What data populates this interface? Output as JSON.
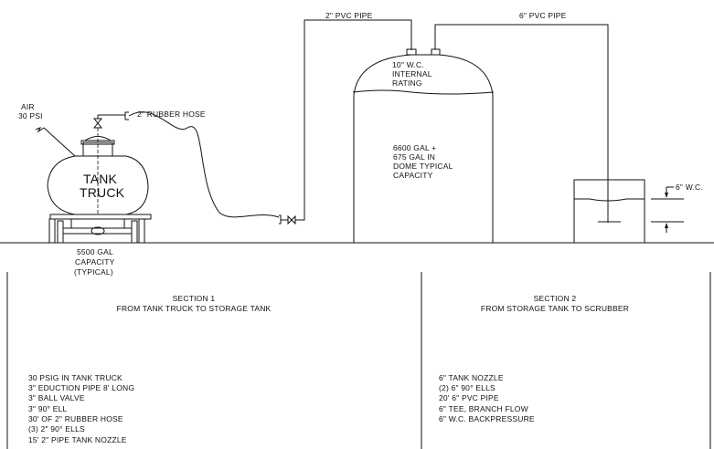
{
  "labels": {
    "pipe_2in": "2\" PVC PIPE",
    "pipe_6in": "6\" PVC PIPE",
    "air": "AIR",
    "air_psi": "30 PSI",
    "rubber_hose": "2\" RUBBER HOSE",
    "tank_truck_line1": "TANK",
    "tank_truck_line2": "TRUCK",
    "truck_capacity": [
      "5500 GAL",
      "CAPACITY",
      "(TYPICAL)"
    ],
    "dome_rating": [
      "10\" W.C.",
      "INTERNAL",
      "RATING"
    ],
    "storage_capacity": [
      "6600 GAL +",
      "675 GAL IN",
      "DOME TYPICAL",
      "CAPACITY"
    ],
    "wc_dimension": "6\" W.C."
  },
  "section1": {
    "title": "SECTION 1",
    "subtitle": "FROM TANK TRUCK TO STORAGE TANK",
    "items": [
      "30 PSIG IN TANK TRUCK",
      "3\" EDUCTION PIPE 8' LONG",
      "3\" BALL VALVE",
      "3\" 90° ELL",
      "30' OF 2\" RUBBER HOSE",
      "(3) 2\" 90° ELLS",
      "15' 2\" PIPE TANK NOZZLE"
    ]
  },
  "section2": {
    "title": "SECTION 2",
    "subtitle": "FROM STORAGE TANK TO SCRUBBER",
    "items": [
      "6\" TANK NOZZLE",
      "(2) 6\" 90° ELLS",
      "20' 6\" PVC PIPE",
      "6\" TEE, BRANCH FLOW",
      "6\" W.C. BACKPRESSURE"
    ]
  }
}
